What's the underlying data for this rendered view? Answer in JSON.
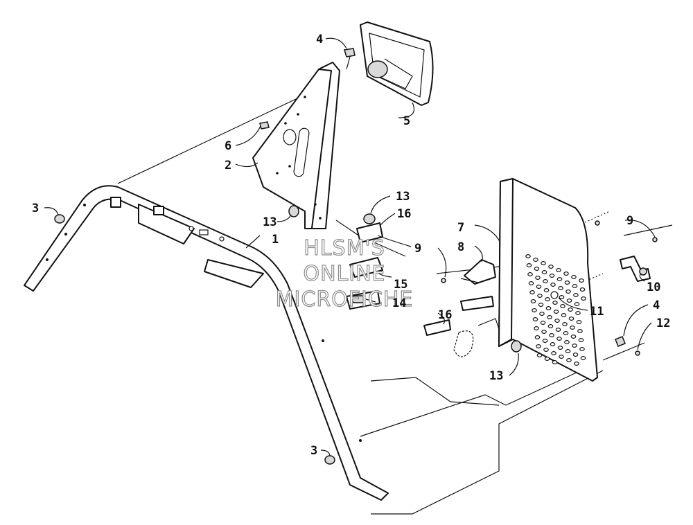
{
  "callouts": [
    {
      "id": "c1",
      "label": "1"
    },
    {
      "id": "c2",
      "label": "2"
    },
    {
      "id": "c3a",
      "label": "3"
    },
    {
      "id": "c3b",
      "label": "3"
    },
    {
      "id": "c4a",
      "label": "4"
    },
    {
      "id": "c4b",
      "label": "4"
    },
    {
      "id": "c5",
      "label": "5"
    },
    {
      "id": "c6",
      "label": "6"
    },
    {
      "id": "c7",
      "label": "7"
    },
    {
      "id": "c8",
      "label": "8"
    },
    {
      "id": "c9a",
      "label": "9"
    },
    {
      "id": "c9b",
      "label": "9"
    },
    {
      "id": "c10",
      "label": "10"
    },
    {
      "id": "c11",
      "label": "11"
    },
    {
      "id": "c12",
      "label": "12"
    },
    {
      "id": "c13a",
      "label": "13"
    },
    {
      "id": "c13b",
      "label": "13"
    },
    {
      "id": "c13c",
      "label": "13"
    },
    {
      "id": "c14",
      "label": "14"
    },
    {
      "id": "c15",
      "label": "15"
    },
    {
      "id": "c16a",
      "label": "16"
    },
    {
      "id": "c16b",
      "label": "16"
    }
  ],
  "watermark": {
    "line1": "HLSM'S",
    "line2": "ONLINE",
    "line3": "MICROFICHE"
  }
}
